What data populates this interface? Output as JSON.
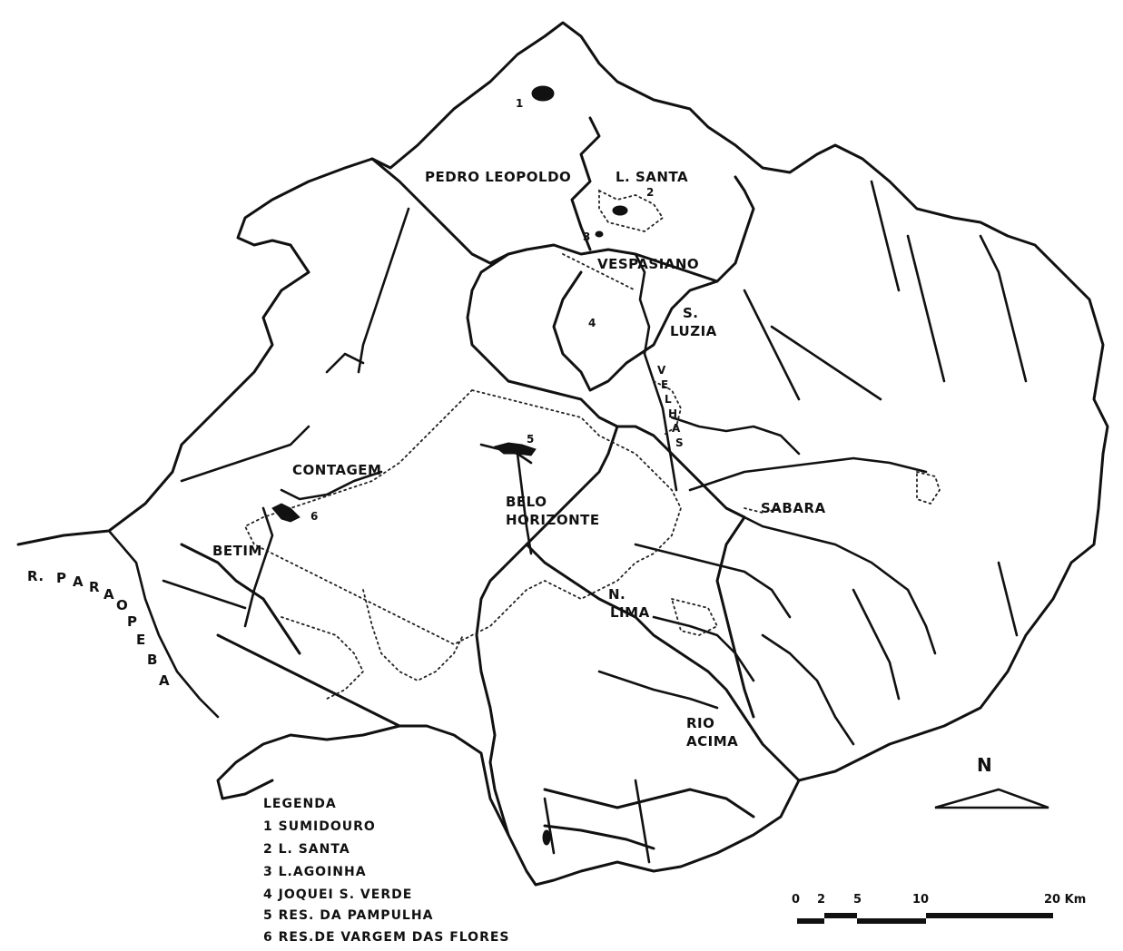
{
  "cities": {
    "pedro_leopoldo": "PEDRO LEOPOLDO",
    "lagoa_santa": "L. SANTA",
    "vespasiano": "VESPASIANO",
    "santa_luzia_1": "S.",
    "santa_luzia_2": "LUZIA",
    "contagem": "CONTAGEM",
    "belo_horizonte_1": "BELO",
    "belo_horizonte_2": "HORIZONTE",
    "sabara": "SABARA",
    "betim": "BETIM",
    "nova_lima_1": "N.",
    "nova_lima_2": "LIMA",
    "rio_acima_1": "RIO",
    "rio_acima_2": "ACIMA"
  },
  "rivers": {
    "paraopeba": [
      "R.",
      "P",
      "A",
      "R",
      "A",
      "O",
      "P",
      "E",
      "B",
      "A"
    ],
    "das_velhas": [
      "V",
      "E",
      "L",
      "H",
      "A",
      "S"
    ]
  },
  "markers": {
    "m1": "1",
    "m2": "2",
    "m3": "3",
    "m4": "4",
    "m5": "5",
    "m6": "6"
  },
  "legend": {
    "title": "LEGENDA",
    "items": [
      "1 SUMIDOURO",
      "2 L. SANTA",
      "3 L.AGOINHA",
      "4 JOQUEI S. VERDE",
      "5 RES. DA PAMPULHA",
      "6 RES.DE VARGEM DAS FLORES"
    ]
  },
  "north_arrow": {
    "label": "N"
  },
  "scale_bar": {
    "ticks": [
      "0",
      "2",
      "5",
      "10",
      "20 Km"
    ]
  },
  "colors": {
    "ink": "#111111",
    "paper": "#ffffff"
  }
}
